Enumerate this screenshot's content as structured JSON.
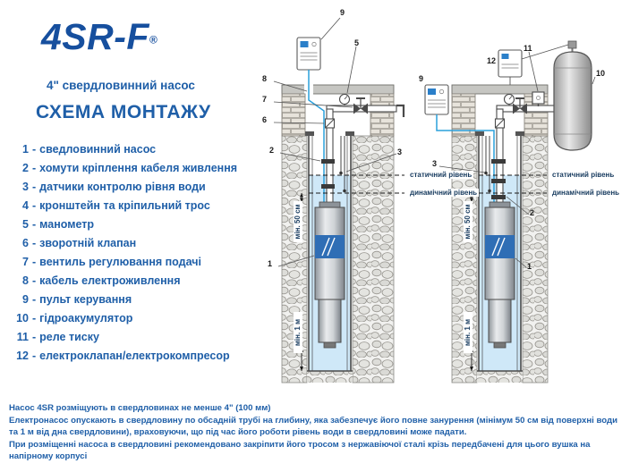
{
  "brand": {
    "logo": "4SR-F",
    "registered": "®",
    "subtitle": "4\" свердловинний насос"
  },
  "title": "СХЕМА МОНТАЖУ",
  "legend_separator": "-",
  "legend": [
    {
      "num": "1",
      "label": "сведловинний насос"
    },
    {
      "num": "2",
      "label": "хомути кріплення кабеля живлення"
    },
    {
      "num": "3",
      "label": "датчики контролю рівня води"
    },
    {
      "num": "4",
      "label": "кронштейн та кріпильний трос"
    },
    {
      "num": "5",
      "label": "манометр"
    },
    {
      "num": "6",
      "label": "зворотній клапан"
    },
    {
      "num": "7",
      "label": "вентиль регулювання подачі"
    },
    {
      "num": "8",
      "label": "кабель електроживлення"
    },
    {
      "num": "9",
      "label": "пульт керування"
    },
    {
      "num": "10",
      "label": "гідроакумулятор"
    },
    {
      "num": "11",
      "label": "реле тиску"
    },
    {
      "num": "12",
      "label": "електроклапан/електрокомпресор"
    }
  ],
  "diagram": {
    "callouts": {
      "c1": "1",
      "c2": "2",
      "c3": "3",
      "c5": "5",
      "c6": "6",
      "c7": "7",
      "c8": "8",
      "c9": "9",
      "c10": "10",
      "c11": "11",
      "c12": "12"
    },
    "labels": {
      "static_level": "статичний рівень",
      "dynamic_level": "динамічний рівень",
      "min_50cm": "мін. 50 см",
      "min_1m": "мін. 1 м"
    }
  },
  "notes": [
    "Насос 4SR розміщують в свердловинах не менше 4\" (100 мм)",
    "Електронасос опускають в свердловину по обсадній трубі на глибину, яка забезпечує його повне занурення (мінімум 50 см від поверхні води та 1 м від дна свердловини), враховуючи, що під час його роботи рівень води в свердловині може падати.",
    "При розміщенні насоса в свердловині рекомендовано закріпити його тросом з нержавіючої сталі крізь передбачені для цього вушка на напірному корпусі"
  ],
  "colors": {
    "text_blue": "#1f5fa8",
    "logo_blue": "#164f9e",
    "water": "#cfe8f8",
    "cable_blue": "#2aa0dc",
    "pump_band_blue": "#2f6eb5"
  }
}
